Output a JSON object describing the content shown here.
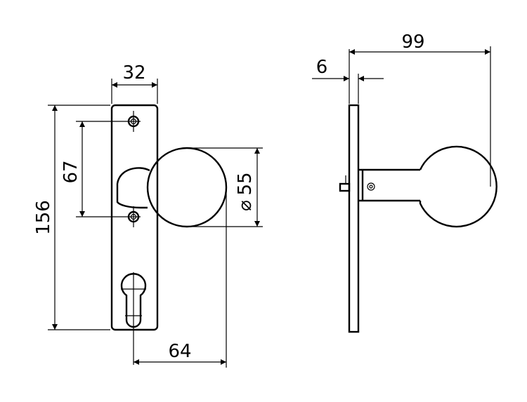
{
  "colors": {
    "line": "#000000",
    "background": "#ffffff"
  },
  "dimensions": {
    "plate_width": "32",
    "plate_height": "156",
    "screw_spacing": "67",
    "knob_diameter": "55",
    "knob_offset": "64",
    "plate_thickness": "6",
    "total_depth": "99"
  },
  "symbols": {
    "diameter": "⌀"
  }
}
